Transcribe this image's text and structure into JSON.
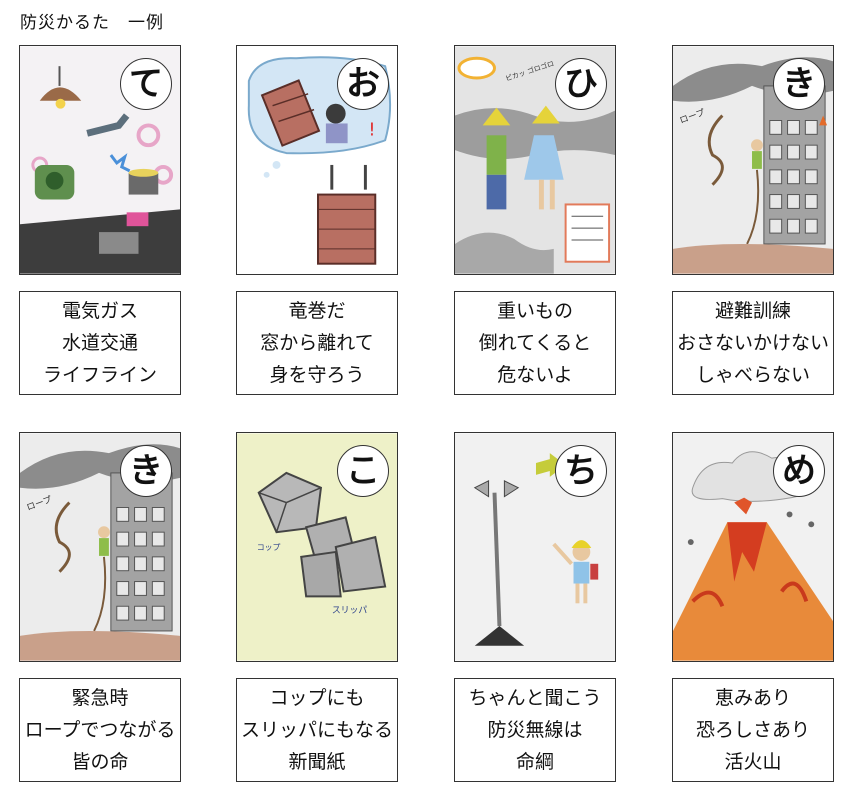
{
  "page": {
    "title": "防災かるた　一例"
  },
  "cards": [
    {
      "kana": "て",
      "lines": [
        "電気ガス",
        "水道交通",
        "ライフライン"
      ],
      "scene": "kitchen"
    },
    {
      "kana": "お",
      "lines": [
        "竜巻だ",
        "窓から離れて",
        "身を守ろう"
      ],
      "scene": "dresser"
    },
    {
      "kana": "ひ",
      "lines": [
        "重いもの",
        "倒れてくると",
        "危ないよ"
      ],
      "scene": "children",
      "art_text": "ピカッ ゴロゴロ"
    },
    {
      "kana": "き",
      "lines": [
        "避難訓練",
        "おさないかけない",
        "しゃべらない"
      ],
      "scene": "building",
      "art_text": "ロープ"
    },
    {
      "kana": "き",
      "lines": [
        "緊急時",
        "ロープでつながる",
        "皆の命"
      ],
      "scene": "building",
      "art_text": "ロープ"
    },
    {
      "kana": "こ",
      "lines": [
        "コップにも",
        "スリッパにもなる",
        "新聞紙"
      ],
      "scene": "paper",
      "art_text": [
        "コップ",
        "スリッパ"
      ]
    },
    {
      "kana": "ち",
      "lines": [
        "ちゃんと聞こう",
        "防災無線は",
        "命綱"
      ],
      "scene": "speaker"
    },
    {
      "kana": "め",
      "lines": [
        "恵みあり",
        "恐ろしさあり",
        "活火山"
      ],
      "scene": "volcano"
    }
  ],
  "colors": {
    "border": "#333333",
    "sky": "#e9e6f0",
    "gray": "#8a8a8a",
    "lava": "#e0552a"
  }
}
